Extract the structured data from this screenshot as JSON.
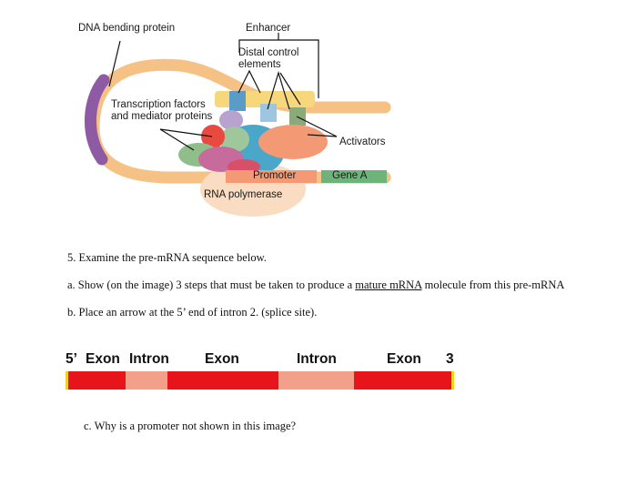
{
  "diagram": {
    "labels": {
      "dna_bending_protein": "DNA bending protein",
      "enhancer": "Enhancer",
      "distal_control_elements": "Distal control elements",
      "transcription_factors": "Transcription factors and mediator proteins",
      "activators": "Activators",
      "promoter": "Promoter",
      "gene_a": "Gene A",
      "rna_polymerase": "RNA polymerase"
    }
  },
  "question": {
    "q5": "5. Examine the pre-mRNA sequence below.",
    "a_pre": "a. Show (on the image) 3 steps that must be taken to produce a ",
    "a_link": "mature mRNA",
    "a_post": " molecule from this pre-mRNA",
    "b": "b. Place an arrow at the 5’ end of intron 2. (splice site).",
    "c": "c.   Why is a promoter not shown in this image?"
  },
  "premrna": {
    "five_prime": "5’",
    "segments": [
      "Exon",
      "Intron",
      "Exon",
      "Intron",
      "Exon"
    ],
    "three_prime": "3",
    "colors": {
      "exon": "#e8141c",
      "intron": "#f2a08a",
      "cap": "#f2d21a"
    }
  }
}
